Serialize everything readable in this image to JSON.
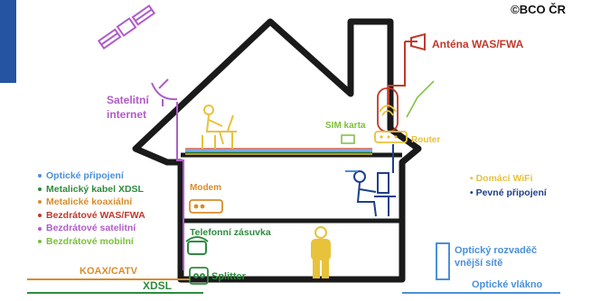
{
  "copyright": "©BCO ČR",
  "labels": {
    "antenna": "Anténa WAS/FWA",
    "satellite_internet_1": "Satelitní",
    "satellite_internet_2": "internet",
    "sim_card": "SIM karta",
    "router": "Router",
    "modem": "Modem",
    "phone_socket": "Telefonní zásuvka",
    "splitter": "Splitter",
    "koax": "KOAX/CATV",
    "xdsl": "XDSL",
    "optical_cabinet_1": "Optický rozvaděč",
    "optical_cabinet_2": "vnější sítě",
    "optical_fiber": "Optické vlákno"
  },
  "legend_left": [
    {
      "label": "Optické připojení",
      "color": "#4a90d9"
    },
    {
      "label": "Metalický kabel XDSL",
      "color": "#2e8b3e"
    },
    {
      "label": "Metalické koaxiální",
      "color": "#d98c2b"
    },
    {
      "label": "Bezdrátové WAS/FWA",
      "color": "#c0392b"
    },
    {
      "label": "Bezdrátové satelitní",
      "color": "#b05cc8"
    },
    {
      "label": "Bezdrátové mobilní",
      "color": "#7cbf3a"
    }
  ],
  "legend_right": [
    {
      "label": "Domácí WiFi",
      "color": "#e8c23a"
    },
    {
      "label": "Pevné připojení",
      "color": "#1f3f8a"
    }
  ],
  "colors": {
    "house": "#1a1a1a",
    "optical": "#4a90d9",
    "xdsl": "#2e8b3e",
    "coax": "#d98c2b",
    "was": "#c0392b",
    "satellite": "#b05cc8",
    "mobile": "#7cbf3a",
    "wifi": "#e8c23a",
    "fixed": "#1f3f8a"
  }
}
